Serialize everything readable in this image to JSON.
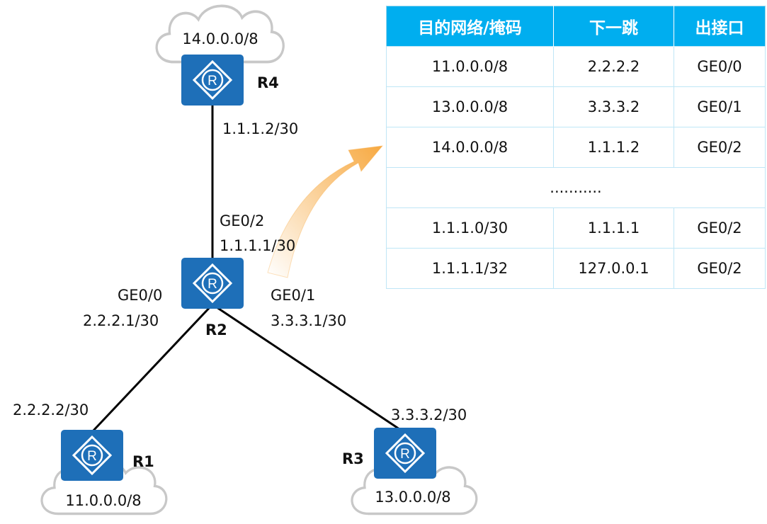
{
  "colors": {
    "router": "#1E6FB8",
    "header": "#00AEEF",
    "arrow": "#F7A941"
  },
  "clouds": [
    {
      "id": "r4",
      "network": "14.0.0.0/8"
    },
    {
      "id": "r1",
      "network": "11.0.0.0/8"
    },
    {
      "id": "r3",
      "network": "13.0.0.0/8"
    }
  ],
  "routers": {
    "r1": "R1",
    "r2": "R2",
    "r3": "R3",
    "r4": "R4"
  },
  "labels": {
    "r4_ip": "1.1.1.2/30",
    "r2_ge02": "GE0/2",
    "r2_ge02_ip": "1.1.1.1/30",
    "r2_ge00": "GE0/0",
    "r2_ge00_ip": "2.2.2.1/30",
    "r2_ge01": "GE0/1",
    "r2_ge01_ip": "3.3.3.1/30",
    "r1_ip": "2.2.2.2/30",
    "r3_ip": "3.3.3.2/30"
  },
  "table": {
    "headers": [
      "目的网络/掩码",
      "下一跳",
      "出接口"
    ],
    "rows": [
      [
        "11.0.0.0/8",
        "2.2.2.2",
        "GE0/0"
      ],
      [
        "13.0.0.0/8",
        "3.3.3.2",
        "GE0/1"
      ],
      [
        "14.0.0.0/8",
        "1.1.1.2",
        "GE0/2"
      ],
      [
        "...........",
        "",
        ""
      ],
      [
        "1.1.1.0/30",
        "1.1.1.1",
        "GE0/2"
      ],
      [
        "1.1.1.1/32",
        "127.0.0.1",
        "GE0/2"
      ]
    ]
  }
}
